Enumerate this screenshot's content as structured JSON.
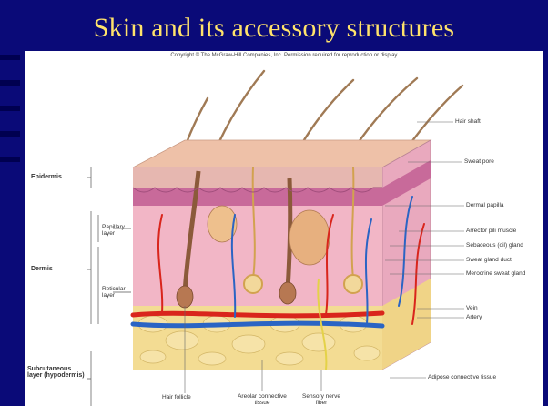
{
  "slide": {
    "title": "Skin and its accessory structures",
    "copyright": "Copyright © The McGraw-Hill Companies, Inc. Permission required for reproduction or display."
  },
  "diagram": {
    "labels_right": [
      "Hair shaft",
      "Sweat pore",
      "Dermal papilla",
      "Arrector pili muscle",
      "Sebaceous (oil) gland",
      "Sweat gland duct",
      "Merocrine sweat gland",
      "Vein",
      "Artery",
      "Adipose connective tissue"
    ],
    "labels_left": {
      "epidermis": "Epidermis",
      "dermis": "Dermis",
      "papillary": "Papillary layer",
      "reticular": "Reticular layer",
      "subcutaneous": "Subcutaneous layer (hypodermis)"
    },
    "labels_bottom": [
      "Hair follicle",
      "Areolar connective tissue",
      "Sensory nerve fiber"
    ],
    "colors": {
      "background": "#0a0a78",
      "title": "#ffe36b",
      "epidermis": "#e6a9c2",
      "dermis": "#f2b6c6",
      "fat": "#f3dc93",
      "artery": "#d9251c",
      "vein": "#2a64c4"
    }
  }
}
